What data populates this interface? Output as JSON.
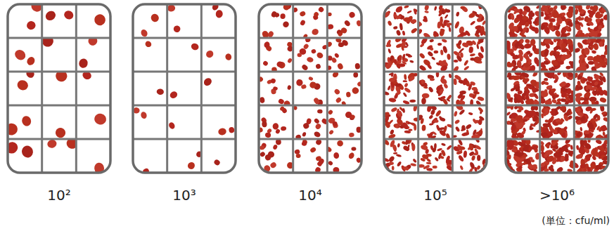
{
  "diagram": {
    "nodes": [
      {
        "text": [
          "10²"
        ]
      },
      {
        "text": [
          "10³"
        ]
      },
      {
        "text": [
          "10⁴"
        ]
      },
      {
        "text": [
          "10⁵"
        ]
      },
      {
        "text": [
          ">10⁶"
        ]
      }
    ],
    "labels": [
      "(単位：cfu/ml)"
    ]
  }
}
